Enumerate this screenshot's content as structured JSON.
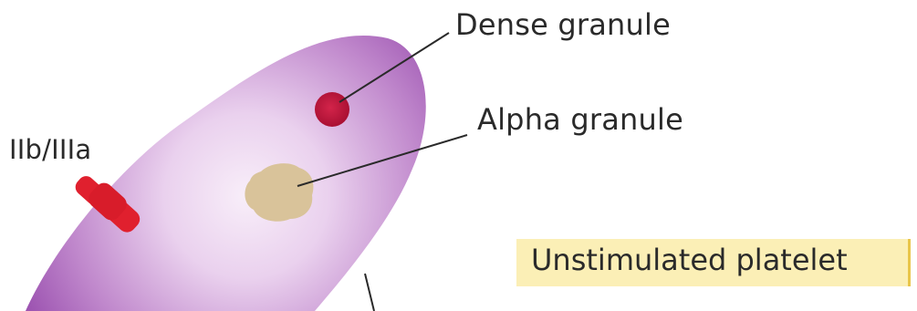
{
  "labels": {
    "dense_granule": "Dense granule",
    "alpha_granule": "Alpha granule",
    "receptor": "IIb/IIIa"
  },
  "caption": "Unstimulated platelet",
  "colors": {
    "platelet_edge": "#9a47b0",
    "platelet_center": "#f7ecf8",
    "dense_granule": "#c0143a",
    "alpha_granule": "#d9c39a",
    "receptor": "#e0202e",
    "caption_bg": "#fbefb6",
    "caption_border": "#e9c54a"
  }
}
